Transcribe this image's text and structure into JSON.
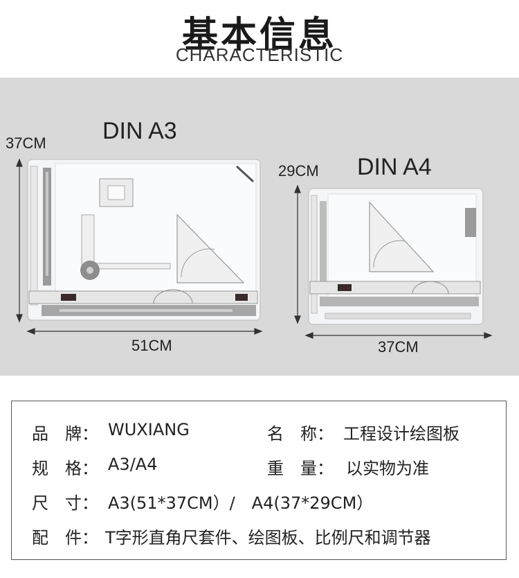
{
  "header": {
    "title": "基本信息",
    "subtitle": "CHARACTERISTIC"
  },
  "products": [
    {
      "model": "DIN A3",
      "height_label": "37CM",
      "width_label": "51CM"
    },
    {
      "model": "DIN A4",
      "height_label": "29CM",
      "width_label": "37CM"
    }
  ],
  "specs": {
    "brand_key": "品　牌：",
    "brand_value": "WUXIANG",
    "name_key": "名　称：",
    "name_value": "工程设计绘图板",
    "spec_key": "规　格：",
    "spec_value": "A3/A4",
    "weight_key": "重　量：",
    "weight_value": "以实物为准",
    "size_key": "尺　寸：",
    "size_value": "A3(51*37CM）/　A4(37*29CM）",
    "parts_key": "配　件：",
    "parts_value": "T字形直角尺套件、绘图板、比例尺和调节器"
  },
  "colors": {
    "panel_bg": "#d9d9d9",
    "board": "#f2f3f5",
    "ruler_gray": "#8c8c8c",
    "accent_red": "#c0392b"
  }
}
